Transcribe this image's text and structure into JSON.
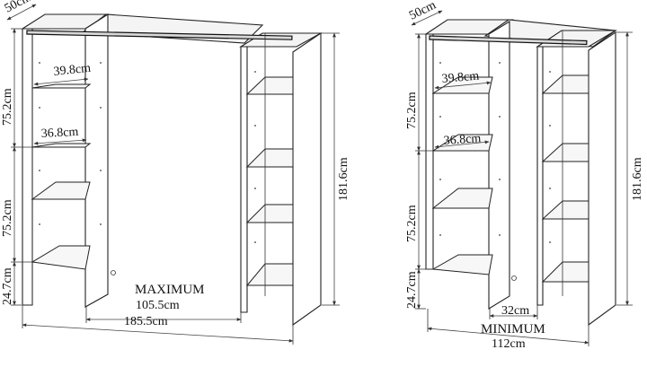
{
  "maximum": {
    "caption": "MAXIMUM",
    "depth": "50cm",
    "shelf_width_upper": "39.8cm",
    "shelf_width_middle": "36.8cm",
    "section_height_upper": "75.2cm",
    "section_height_middle": "75.2cm",
    "section_height_lower": "24.7cm",
    "total_height": "181.6cm",
    "span_width": "105.5cm",
    "total_width": "185.5cm"
  },
  "minimum": {
    "caption": "MINIMUM",
    "depth": "50cm",
    "shelf_width_upper": "39.8cm",
    "shelf_width_middle": "36.8cm",
    "section_height_upper": "75.2cm",
    "section_height_middle": "75.2cm",
    "section_height_lower": "24.7cm",
    "total_height": "181.6cm",
    "span_width": "32cm",
    "total_width": "112cm"
  }
}
